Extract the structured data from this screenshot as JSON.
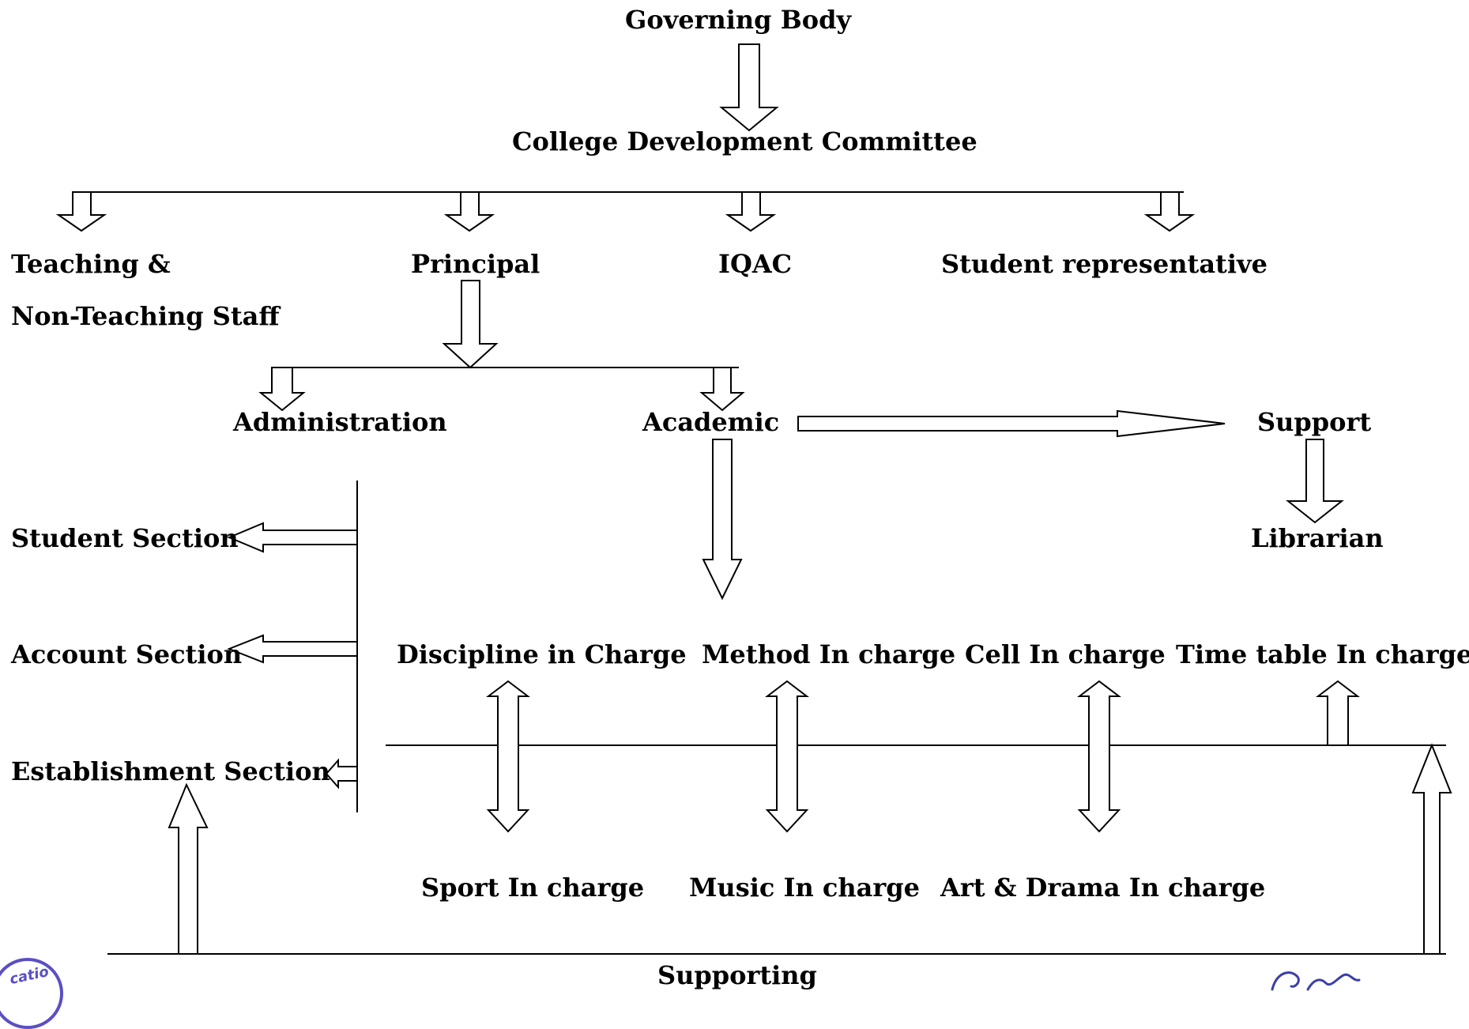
{
  "diagram": {
    "nodes": {
      "governing_body": "Governing Body",
      "cdc": "College Development Committee",
      "teaching_staff_line1": "Teaching &",
      "teaching_staff_line2": "Non-Teaching Staff",
      "principal": "Principal",
      "iqac": "IQAC",
      "student_rep": "Student representative",
      "administration": "Administration",
      "academic": "Academic",
      "support": "Support",
      "librarian": "Librarian",
      "student_section": "Student Section",
      "account_section": "Account Section",
      "establishment_section": "Establishment Section",
      "discipline": "Discipline in Charge",
      "method": "Method In charge",
      "cell": "Cell In charge",
      "timetable": "Time table In charge",
      "sport": "Sport In charge",
      "music": "Music In charge",
      "art_drama": "Art & Drama In charge",
      "supporting": "Supporting"
    },
    "edges": [
      {
        "from": "Governing Body",
        "to": "College Development Committee"
      },
      {
        "from": "College Development Committee",
        "to": "Teaching & Non-Teaching Staff"
      },
      {
        "from": "College Development Committee",
        "to": "Principal"
      },
      {
        "from": "College Development Committee",
        "to": "IQAC"
      },
      {
        "from": "College Development Committee",
        "to": "Student representative"
      },
      {
        "from": "Principal",
        "to": "Administration"
      },
      {
        "from": "Principal",
        "to": "Academic"
      },
      {
        "from": "Academic",
        "to": "Support"
      },
      {
        "from": "Support",
        "to": "Librarian"
      },
      {
        "from": "Administration",
        "to": "Student Section"
      },
      {
        "from": "Administration",
        "to": "Account Section"
      },
      {
        "from": "Administration",
        "to": "Establishment Section"
      },
      {
        "from": "Academic",
        "to": "In-charge group"
      },
      {
        "from": "Discipline in Charge",
        "to": "Sport In charge",
        "bidirectional": true
      },
      {
        "from": "Method In charge",
        "to": "Music In charge",
        "bidirectional": true
      },
      {
        "from": "Cell In charge",
        "to": "Art & Drama In charge",
        "bidirectional": true
      },
      {
        "from": "Supporting",
        "to": "Time table In charge"
      },
      {
        "from": "Supporting",
        "to": "Establishment Section"
      }
    ]
  },
  "stamp": {
    "text": "catio"
  },
  "colors": {
    "ink": "#000000",
    "stamp": "#5a4fc4"
  }
}
